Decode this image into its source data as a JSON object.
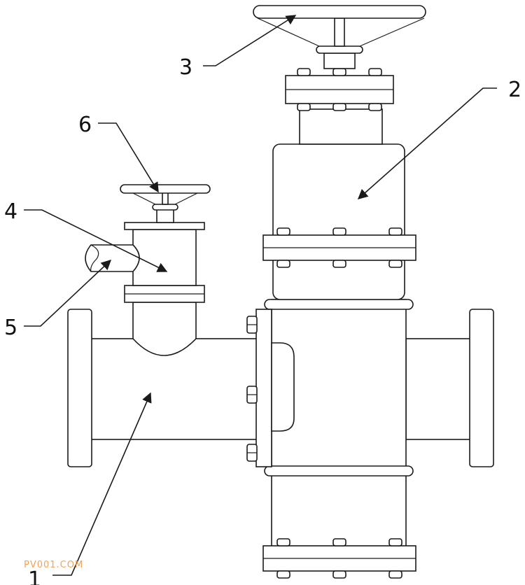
{
  "callouts": [
    {
      "id": "1",
      "label": "1"
    },
    {
      "id": "2",
      "label": "2"
    },
    {
      "id": "3",
      "label": "3"
    },
    {
      "id": "4",
      "label": "4"
    },
    {
      "id": "5",
      "label": "5"
    },
    {
      "id": "6",
      "label": "6"
    }
  ],
  "watermark": "PV001.COM",
  "colors": {
    "line": "#1a1a1a",
    "watermark": "#f0a35a",
    "background": "#ffffff"
  }
}
